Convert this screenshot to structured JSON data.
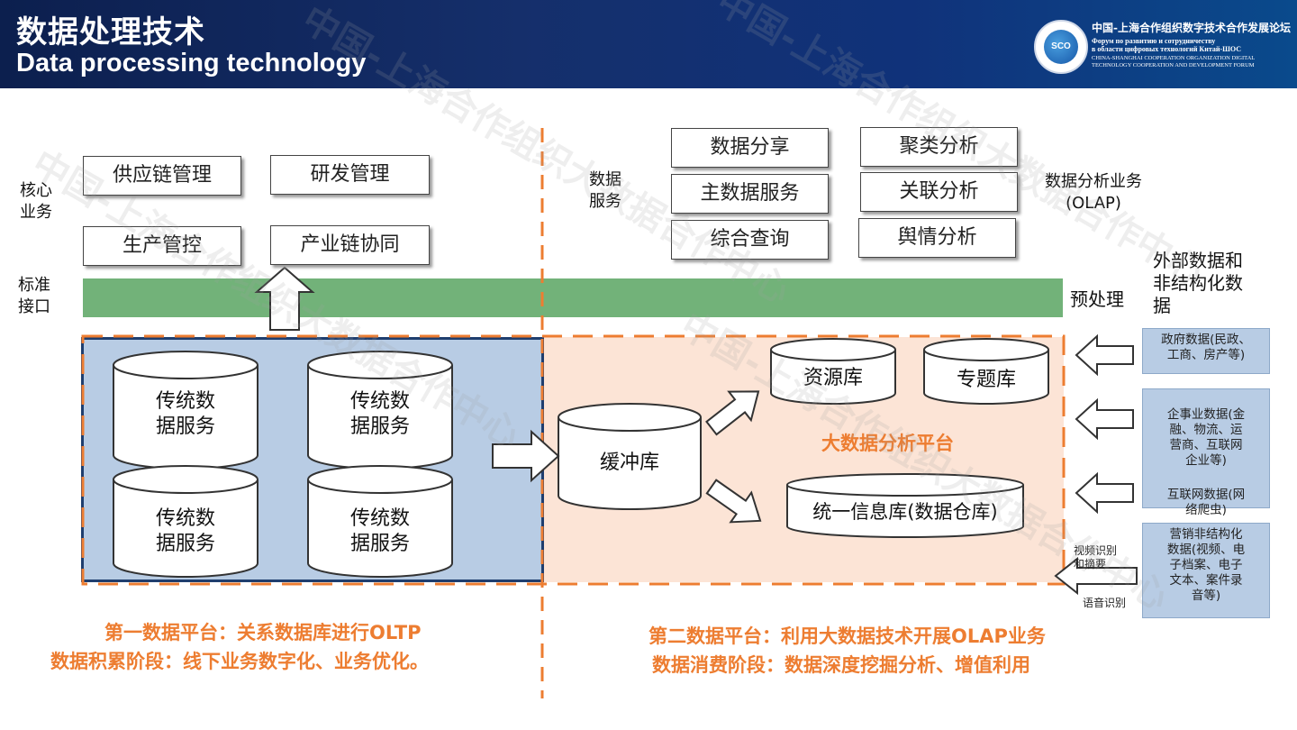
{
  "header": {
    "title_cn": "数据处理技术",
    "title_en": "Data processing technology",
    "logo_text": "SCO",
    "forum_cn": "中国-上海合作组织数字技术合作发展论坛",
    "forum_ru_1": "Форум по развитию и сотрудничеству",
    "forum_ru_2": "в области цифровых технологий Китай-ШОС",
    "forum_en_1": "CHINA-SHANGHAI COOPERATION ORGANIZATION DIGITAL",
    "forum_en_2": "TECHNOLOGY COOPERATION AND DEVELOPMENT FORUM"
  },
  "left": {
    "core_label": "核心\n业务",
    "core_boxes": [
      "供应链管理",
      "研发管理",
      "生产管控",
      "产业链协同"
    ],
    "interface_label": "标准\n接口",
    "db_label": "传统数\n据服务"
  },
  "right": {
    "service_label": "数据\n服务",
    "service_boxes": [
      "数据分享",
      "主数据服务",
      "综合查询"
    ],
    "analysis_boxes": [
      "聚类分析",
      "关联分析",
      "舆情分析"
    ],
    "olap_label": "数据分析业务\n(OLAP)",
    "preprocess_label": "预处理",
    "external_label": "外部数据和\n非结构化数\n据",
    "buffer_label": "缓冲库",
    "resource_label": "资源库",
    "topic_label": "专题库",
    "platform_label": "大数据分析平台",
    "warehouse_label": "统一信息库(数据仓库)",
    "external_sources": [
      "政府数据(民政、\n工商、房产等)",
      "企事业数据(金\n融、物流、运\n营商、互联网\n企业等)",
      "互联网数据(网\n络爬虫)",
      "营销非结构化\n数据(视频、电\n子档案、电子\n文本、案件录\n音等)"
    ],
    "video_label": "视频识别\n和摘要",
    "speech_label": "语音识别"
  },
  "captions": {
    "left_1": "第一数据平台：关系数据库进行OLTP",
    "left_2": "数据积累阶段：线下业务数字化、业务优化。",
    "right_1": "第二数据平台：利用大数据技术开展OLAP业务",
    "right_2": "数据消费阶段：数据深度挖掘分析、增值利用"
  },
  "watermark": "中国-上海合作组织大数据合作中心",
  "colors": {
    "orange": "#ed7d31",
    "green": "#72b279",
    "blue_fill": "#b8cce4",
    "navy": "#1f3e6e"
  }
}
